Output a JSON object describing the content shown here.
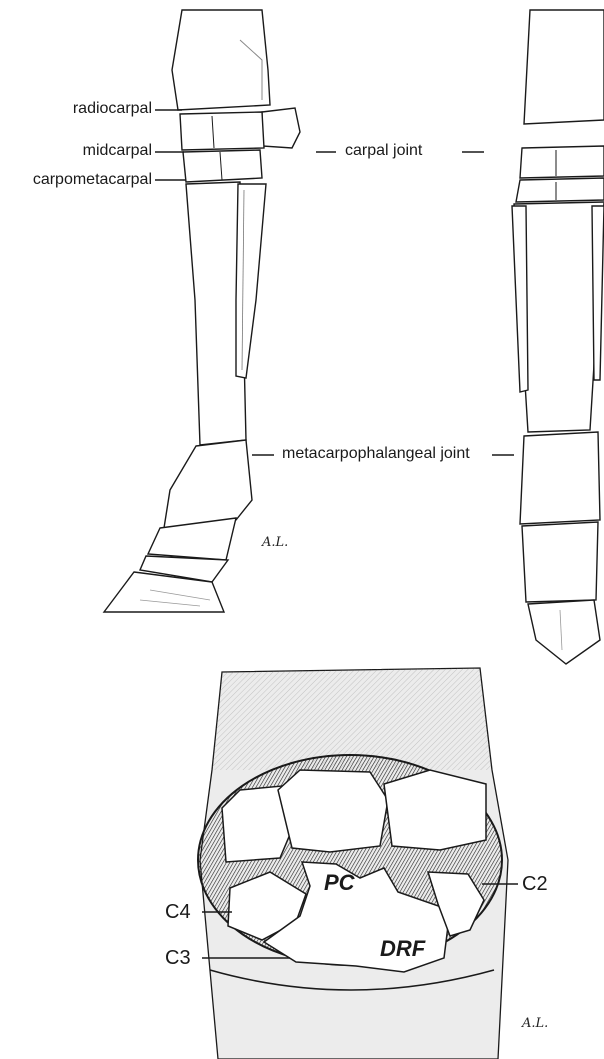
{
  "top_labels": {
    "radiocarpal": "radiocarpal",
    "midcarpal": "midcarpal",
    "carpometacarpal": "carpometacarpal",
    "carpal_joint": "carpal joint",
    "metacarpophalangeal_joint": "metacarpophalangeal joint",
    "signature": "A.L."
  },
  "bottom_labels": {
    "pc": "PC",
    "drf": "DRF",
    "c2": "C2",
    "c3": "C3",
    "c4": "C4",
    "signature": "A.L."
  },
  "colors": {
    "line": "#1a1a1a",
    "shade": "#9a9a9a",
    "dark_shade": "#3a3a3a"
  }
}
